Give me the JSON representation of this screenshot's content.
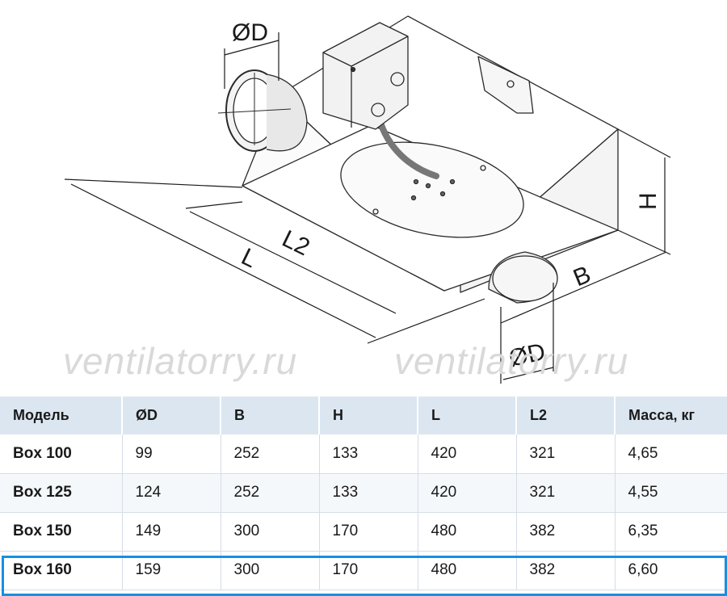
{
  "drawing": {
    "labels": {
      "diameter_top": "ØD",
      "diameter_bottom": "ØD",
      "length": "L",
      "length2": "L2",
      "width": "B",
      "height": "H"
    }
  },
  "watermark": "ventilatorry.ru",
  "table": {
    "headers": [
      "Модель",
      "ØD",
      "B",
      "H",
      "L",
      "L2",
      "Масса, кг"
    ],
    "rows": [
      [
        "Box 100",
        "99",
        "252",
        "133",
        "420",
        "321",
        "4,65"
      ],
      [
        "Box 125",
        "124",
        "252",
        "133",
        "420",
        "321",
        "4,55"
      ],
      [
        "Box 150",
        "149",
        "300",
        "170",
        "480",
        "382",
        "6,35"
      ],
      [
        "Box 160",
        "159",
        "300",
        "170",
        "480",
        "382",
        "6,60"
      ]
    ],
    "highlighted_row": 3,
    "highlight_color": "#1a8ee0",
    "header_color": "#dbe6f1"
  }
}
